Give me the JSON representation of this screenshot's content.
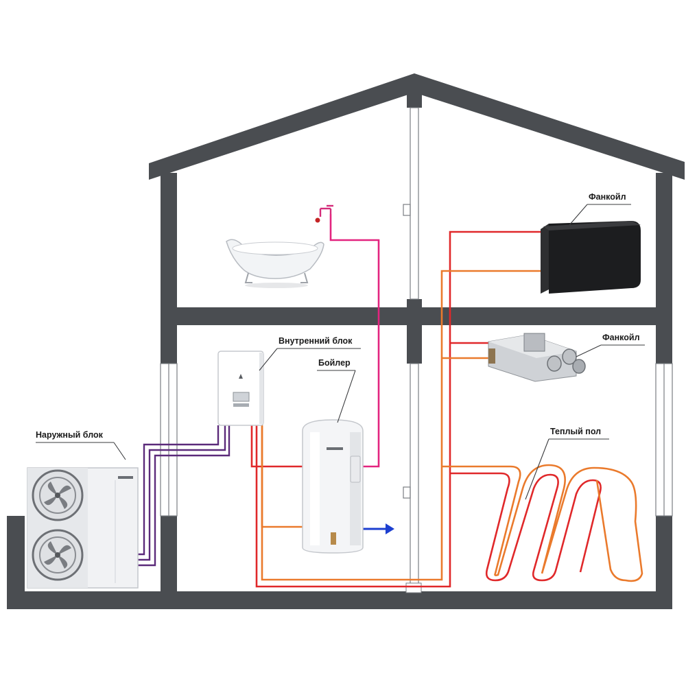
{
  "labels": {
    "outdoor_unit": "Наружный блок",
    "indoor_unit": "Внутренний блок",
    "boiler": "Бойлер",
    "fancoil_upper": "Фанкойл",
    "fancoil_lower": "Фанкойл",
    "floor_heating": "Теплый пол"
  },
  "colors": {
    "wall": "#4a4d51",
    "supply": "#e0282a",
    "return": "#ea7a2c",
    "hot_water": "#e3247f",
    "refrigerant": "#5b2a7a",
    "cold_water": "#1c3fd0"
  }
}
